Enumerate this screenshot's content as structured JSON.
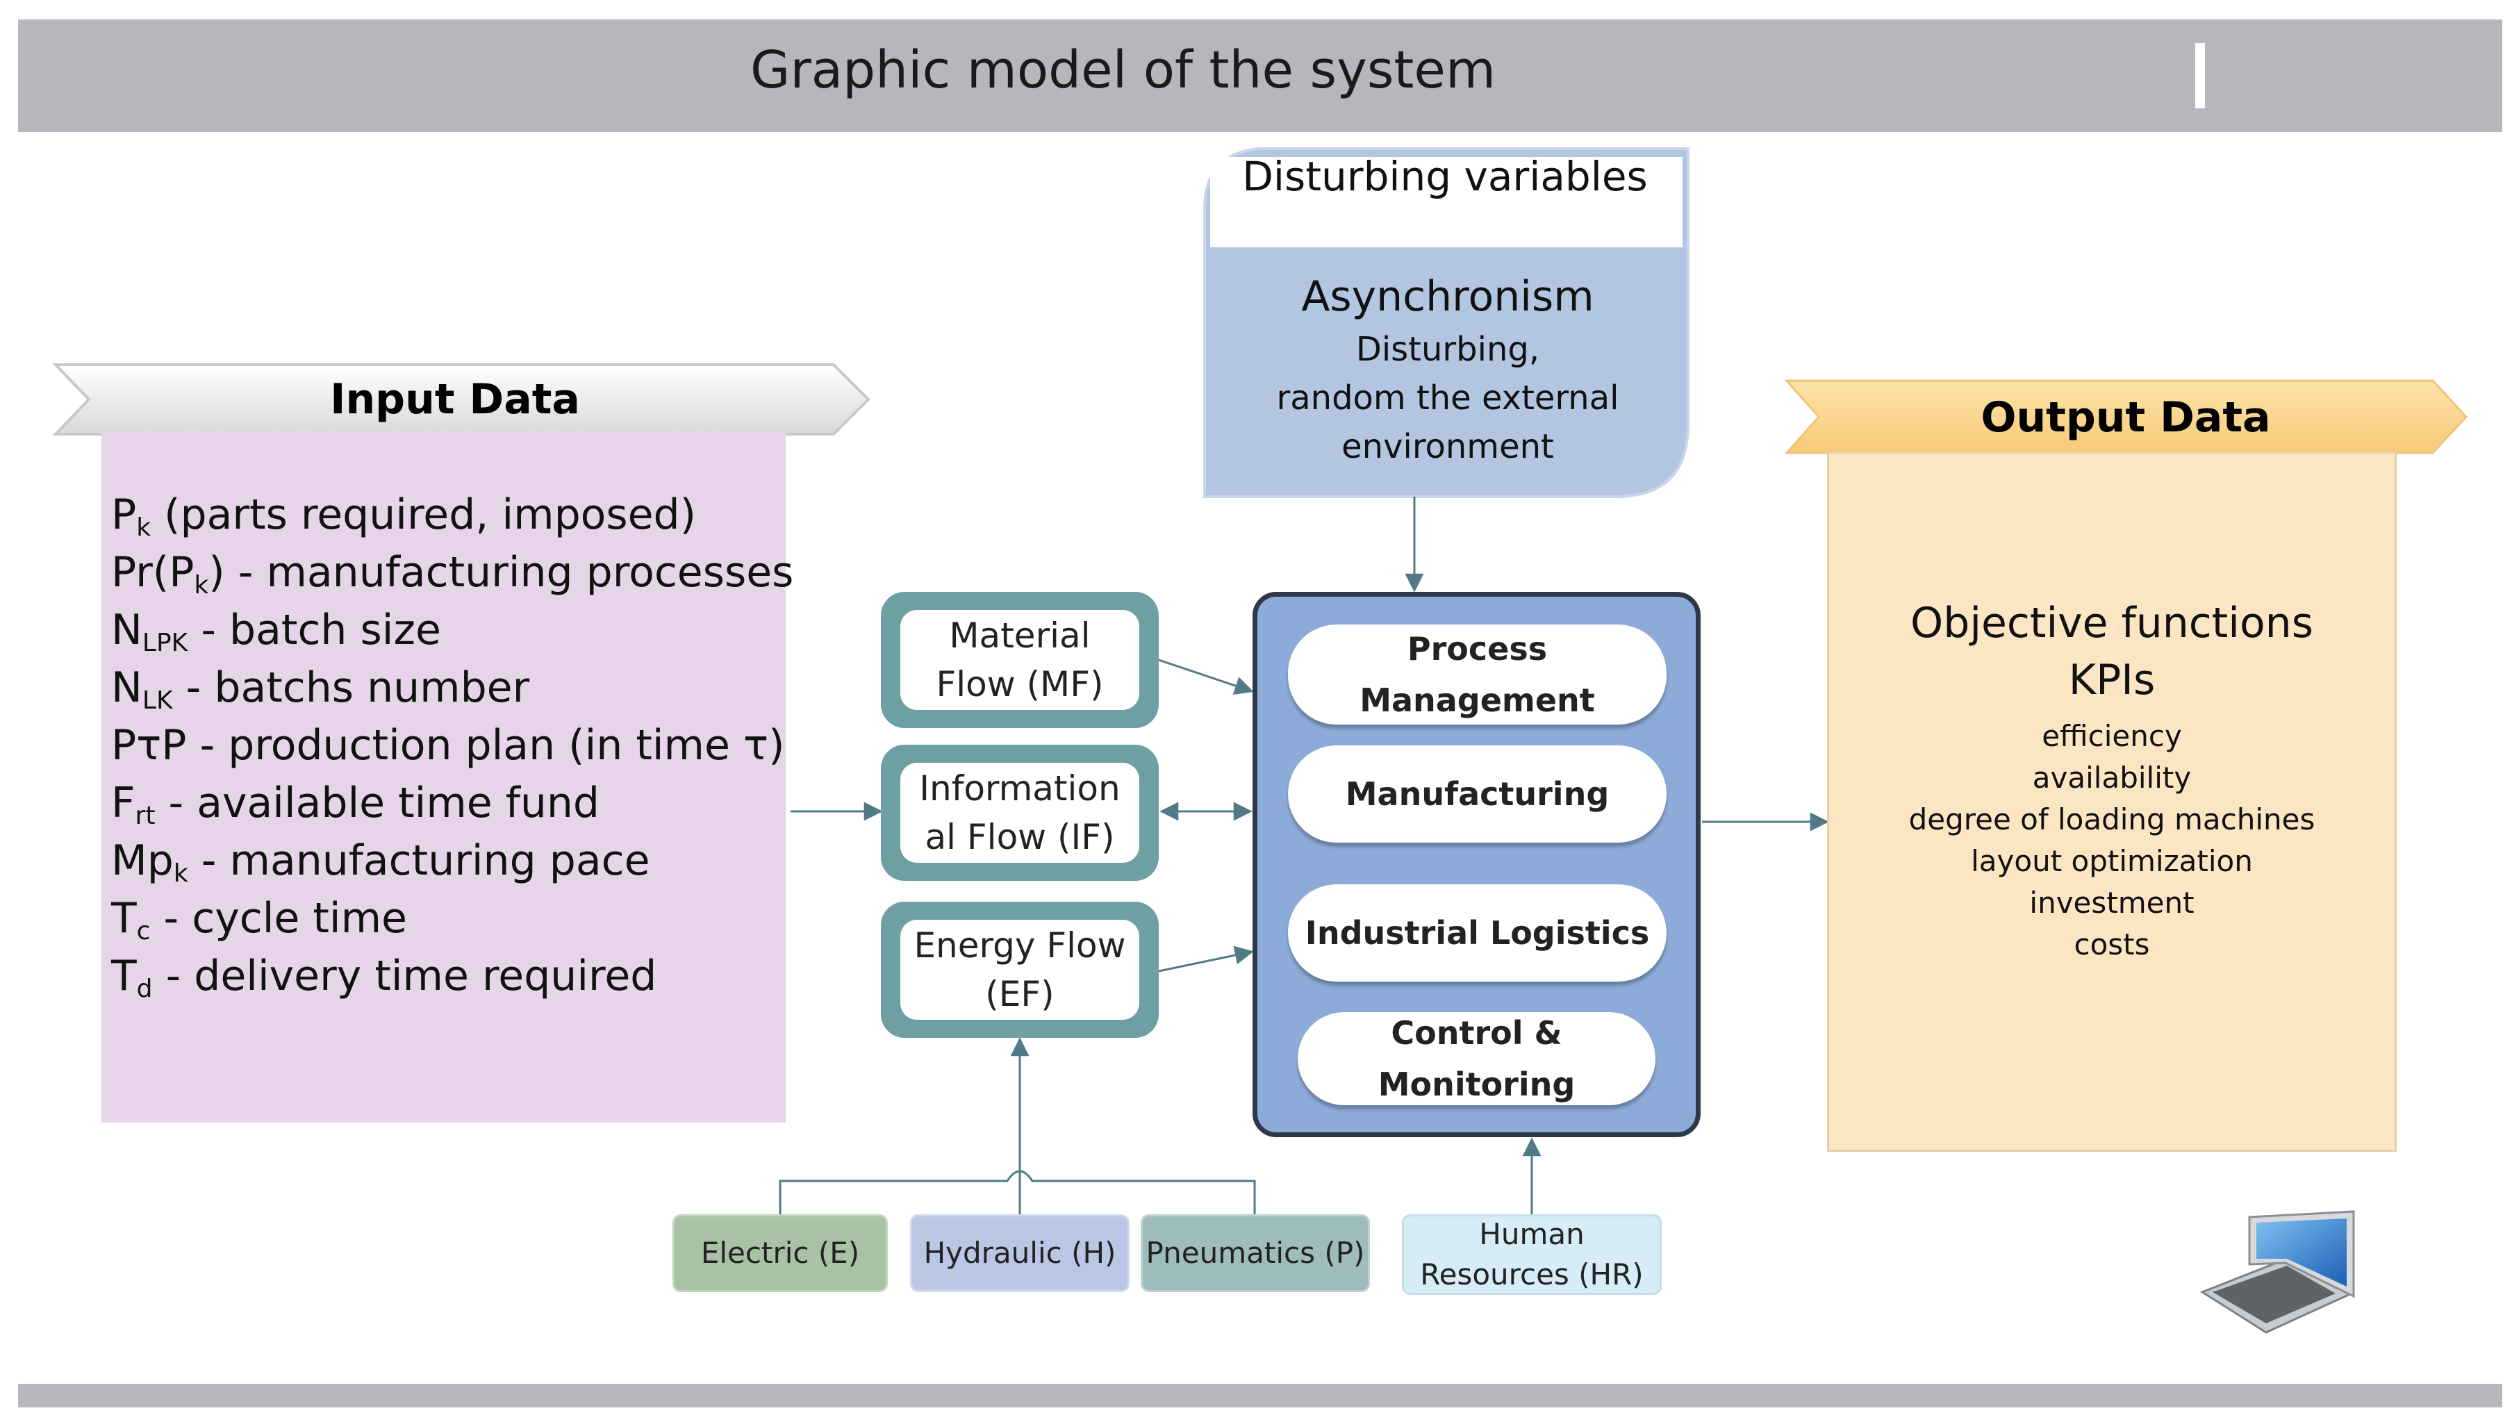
{
  "title": "Graphic model of the system",
  "input": {
    "header": "Input Data",
    "lines": [
      {
        "main": "P",
        "sub": "k",
        "rest": " (parts required, imposed)"
      },
      {
        "main": "Pr(P",
        "sub": "k",
        "rest": ") - manufacturing processes"
      },
      {
        "main": "N",
        "sub": "LPK",
        "rest": " - batch size"
      },
      {
        "main": "N",
        "sub": "LK",
        "rest": " - batchs number"
      },
      {
        "main": "PτP",
        "sub": "",
        "rest": " - production plan (in time τ)"
      },
      {
        "main": "F",
        "sub": "rt",
        "rest": " - available time fund"
      },
      {
        "main": "Mp",
        "sub": "k",
        "rest": " - manufacturing pace"
      },
      {
        "main": "T",
        "sub": "c",
        "rest": " - cycle time"
      },
      {
        "main": "T",
        "sub": "d",
        "rest": " - delivery time required"
      }
    ]
  },
  "disturbing": {
    "title": "Disturbing variables",
    "asynchronism": "Asynchronism",
    "desc_1": "Disturbing,",
    "desc_2": "random the external",
    "desc_3": "environment"
  },
  "flows": {
    "material_1": "Material",
    "material_2": "Flow (MF)",
    "information_1": "Information",
    "information_2": "al Flow (IF)",
    "energy_1": "Energy Flow",
    "energy_2": "(EF)"
  },
  "central": {
    "process_1": "Process",
    "process_2": "Management",
    "manufacturing": "Manufacturing",
    "logistics": "Industrial Logistics",
    "control_1": "Control &",
    "control_2": "Monitoring"
  },
  "sources": {
    "electric": "Electric (E)",
    "hydraulic": "Hydraulic (H)",
    "pneumatics": "Pneumatics (P)",
    "human_1": "Human",
    "human_2": "Resources (HR)"
  },
  "output": {
    "header": "Output Data",
    "objective": "Objective functions",
    "kpis": "KPIs",
    "items": [
      "efficiency",
      "availability",
      "degree of loading machines",
      "layout optimization",
      "investment",
      "costs"
    ]
  },
  "colors": {
    "title_bar": "#b6b7bc",
    "input_panel": "#e6d4e8",
    "output_panel": "#fce5c3",
    "disturbing_box": "#b2c6e2",
    "flow_box": "#6e9fa2",
    "central_block": "#8dabd8",
    "electric": "#a9c1a5",
    "hydraulic": "#b9c6e4",
    "pneumatics": "#9fbcbd",
    "human_resources": "#d6ecf6"
  },
  "icons": {
    "laptop": "laptop-icon"
  }
}
